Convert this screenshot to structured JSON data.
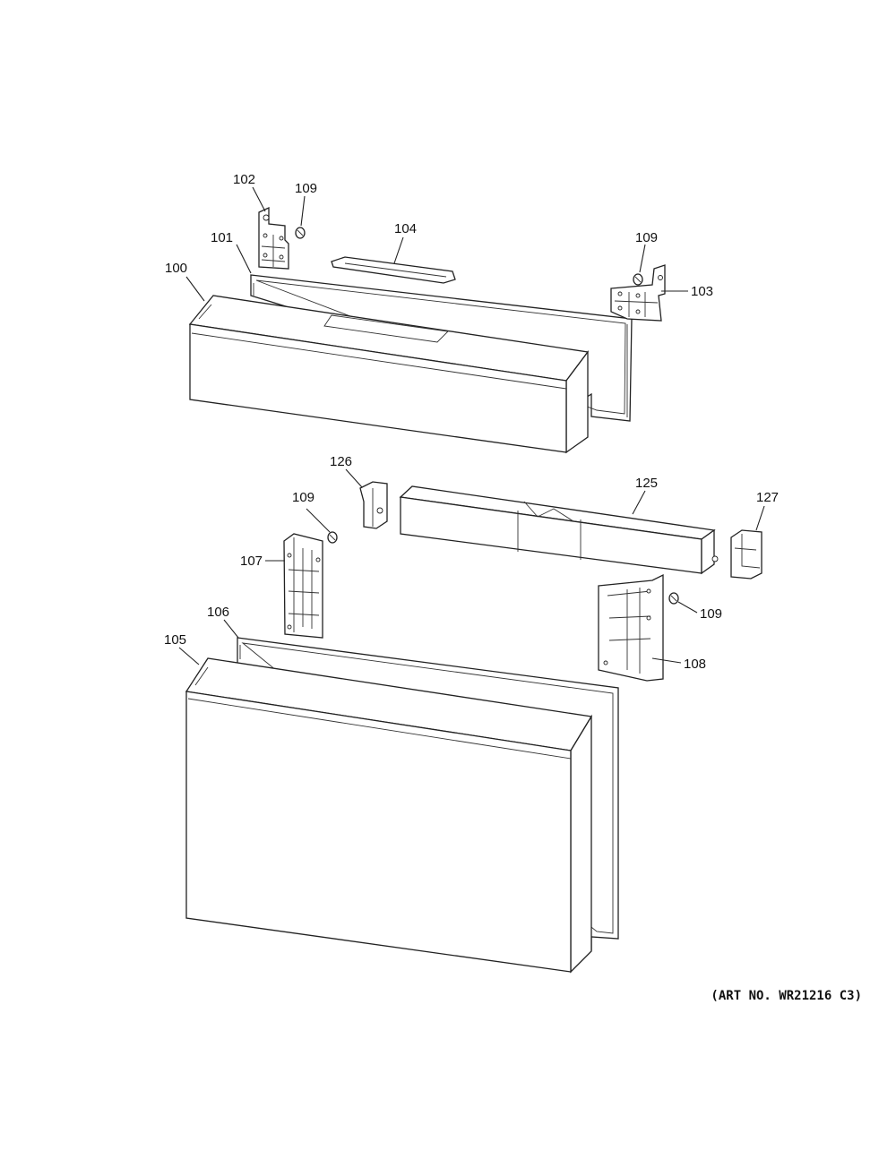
{
  "art_number": "(ART NO. WR21216 C3)",
  "callouts": {
    "c100": "100",
    "c101": "101",
    "c102": "102",
    "c103": "103",
    "c104": "104",
    "c105": "105",
    "c106": "106",
    "c107": "107",
    "c108": "108",
    "c109a": "109",
    "c109b": "109",
    "c109c": "109",
    "c109d": "109",
    "c125": "125",
    "c126": "126",
    "c127": "127"
  }
}
